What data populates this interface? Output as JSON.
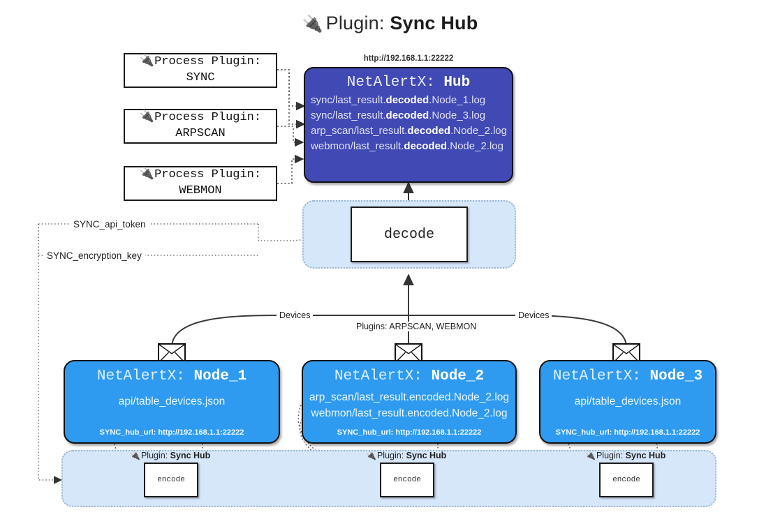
{
  "title": {
    "icon": "plug-icon",
    "prefix": "Plugin: ",
    "name": "Sync Hub"
  },
  "process_plugins": [
    {
      "line1": "Process Plugin:",
      "line2": "SYNC"
    },
    {
      "line1": "Process Plugin:",
      "line2": "ARPSCAN"
    },
    {
      "line1": "Process Plugin:",
      "line2": "WEBMON"
    }
  ],
  "hub": {
    "url": "http://192.168.1.1:22222",
    "title_prefix": "NetAlertX: ",
    "title_name": "Hub",
    "logs": [
      {
        "pre": "sync/last_result.",
        "mid": "decoded",
        "post": ".Node_1.log"
      },
      {
        "pre": "sync/last_result.",
        "mid": "decoded",
        "post": ".Node_3.log"
      },
      {
        "pre": "arp_scan/last_result.",
        "mid": "decoded",
        "post": ".Node_2.log"
      },
      {
        "pre": "webmon/last_result.",
        "mid": "decoded",
        "post": ".Node_2.log"
      }
    ]
  },
  "decode": {
    "label": "decode"
  },
  "keys": [
    {
      "label": "SYNC_api_token"
    },
    {
      "label": "SYNC_encryption_key"
    }
  ],
  "edge_labels": {
    "devices_left": "Devices",
    "devices_right": "Devices",
    "plugins_center": "Plugins: ARPSCAN, WEBMON"
  },
  "nodes": [
    {
      "title_prefix": "NetAlertX: ",
      "title_name": "Node_1",
      "lines": [
        "api/table_devices.json"
      ],
      "url_key": "SYNC_hub_url: ",
      "url": "http://192.168.1.1:22222",
      "icon": "envelope-icon"
    },
    {
      "title_prefix": "NetAlertX: ",
      "title_name": "Node_2",
      "lines": [
        "arp_scan/last_result.encoded.Node_2.log",
        "webmon/last_result.encoded.Node_2.log"
      ],
      "url_key": "SYNC_hub_url: ",
      "url": "http://192.168.1.1:22222",
      "icon": "envelope-icon"
    },
    {
      "title_prefix": "NetAlertX: ",
      "title_name": "Node_3",
      "lines": [
        "api/table_devices.json"
      ],
      "url_key": "SYNC_hub_url: ",
      "url": "http://192.168.1.1:22222",
      "icon": "envelope-icon"
    }
  ],
  "encoders": [
    {
      "plugin_prefix": "Plugin: ",
      "plugin_name": "Sync Hub",
      "label": "encode"
    },
    {
      "plugin_prefix": "Plugin: ",
      "plugin_name": "Sync Hub",
      "label": "encode"
    },
    {
      "plugin_prefix": "Plugin: ",
      "plugin_name": "Sync Hub",
      "label": "encode"
    }
  ],
  "colors": {
    "hub_bg": "#4149b4",
    "node_bg": "#2f9bf0",
    "band_bg": "#d6e7fa",
    "stroke": "#333333"
  }
}
